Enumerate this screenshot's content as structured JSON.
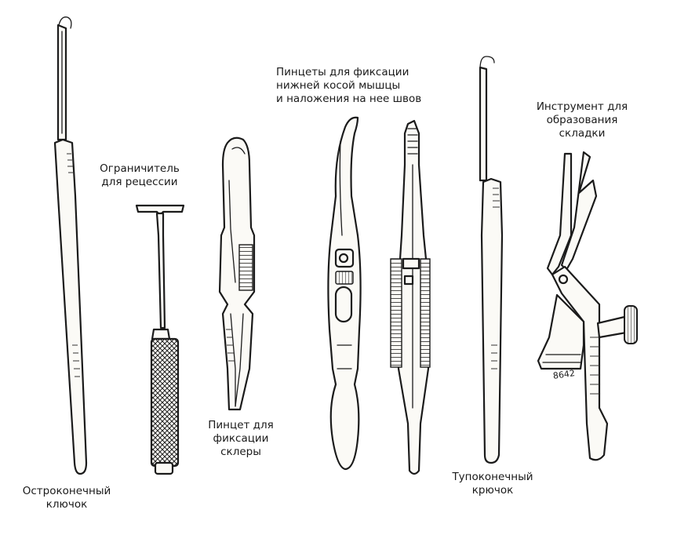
{
  "labels": {
    "sharp_hook": "Остроконечный\nключок",
    "recession_limiter": "Ограничитель\nдля рецессии",
    "sclera_forceps": "Пинцет для\nфиксации\nсклеры",
    "oblique_forceps": "Пинцеты для фиксации\nнижней косой мышцы\nи наложения на нее швов",
    "blunt_hook": "Тупоконечный\nкрючок",
    "fold_instrument": "Инструмент для\nобразования\nскладки"
  },
  "scale_marks": "8642"
}
